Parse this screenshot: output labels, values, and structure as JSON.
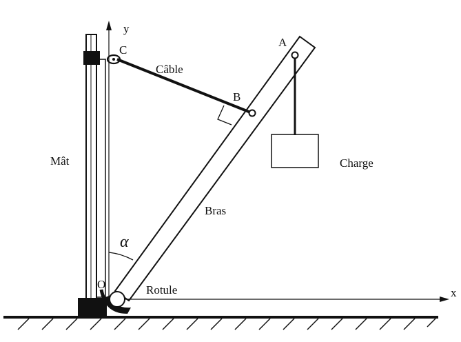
{
  "labels": {
    "y_axis": "y",
    "x_axis": "x",
    "point_a": "A",
    "point_b": "B",
    "point_c": "C",
    "point_o": "O",
    "cable": "Câble",
    "mast": "Mât",
    "arm": "Bras",
    "load": "Charge",
    "joint": "Rotule",
    "angle": "α"
  },
  "colors": {
    "ink": "#111111",
    "background": "#ffffff"
  }
}
